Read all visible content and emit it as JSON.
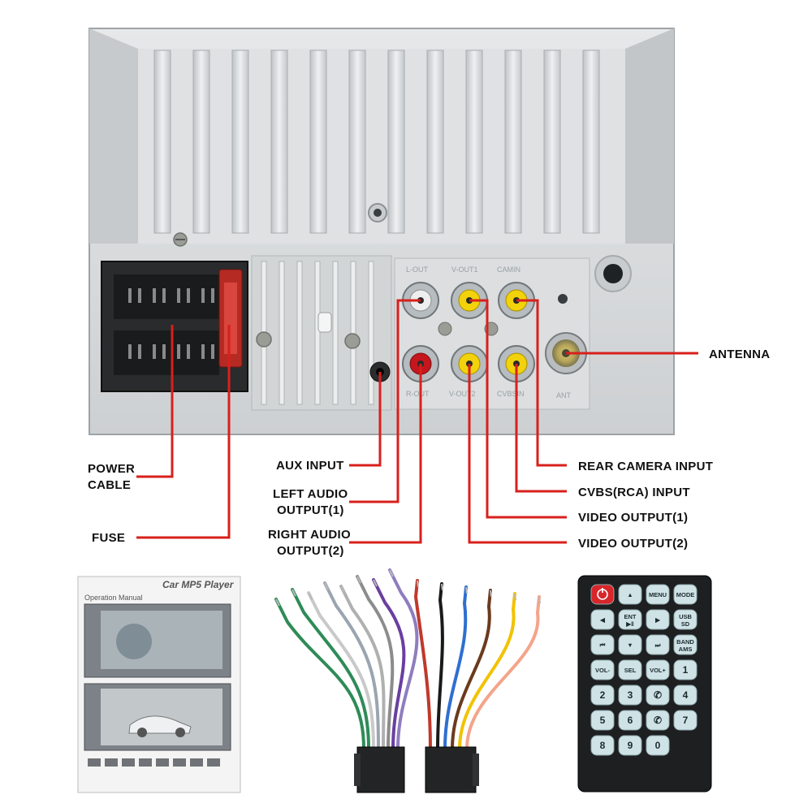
{
  "labels": {
    "power_cable": [
      "POWER",
      "CABLE"
    ],
    "fuse": "FUSE",
    "aux_input": "AUX INPUT",
    "left_audio": [
      "LEFT AUDIO",
      "OUTPUT(1)"
    ],
    "right_audio": [
      "RIGHT AUDIO",
      "OUTPUT(2)"
    ],
    "antenna": "ANTENNA",
    "rear_camera": "REAR  CAMERA INPUT",
    "cvbs": "CVBS(RCA) INPUT",
    "video_out_1": "VIDEO OUTPUT(1)",
    "video_out_2": "VIDEO OUTPUT(2)"
  },
  "ports": {
    "l_out": "L-OUT",
    "v_out1": "V-OUT1",
    "camin": "CAMIN",
    "r_out": "R-OUT",
    "v_out2": "V-OUT2",
    "cvbsin": "CVBSIN",
    "ant": "ANT"
  },
  "manual": {
    "title": "Car MP5 Player",
    "subtitle": "Operation Manual"
  },
  "remote": {
    "buttons": [
      {
        "id": "power",
        "label": ""
      },
      {
        "id": "up",
        "label": "▲"
      },
      {
        "id": "menu",
        "label": "MENU"
      },
      {
        "id": "mode",
        "label": "MODE"
      },
      {
        "id": "left",
        "label": "◀"
      },
      {
        "id": "ent",
        "label": "ENT ▶ǁ"
      },
      {
        "id": "right",
        "label": "▶"
      },
      {
        "id": "usb_sd",
        "label": "USB SD"
      },
      {
        "id": "prev",
        "label": "⏮"
      },
      {
        "id": "down",
        "label": "▼"
      },
      {
        "id": "next",
        "label": "⏭"
      },
      {
        "id": "band",
        "label": "BAND AMS"
      },
      {
        "id": "vol_minus",
        "label": "VOL-"
      },
      {
        "id": "sel",
        "label": "SEL"
      },
      {
        "id": "vol_plus",
        "label": "VOL+"
      },
      {
        "id": "n1",
        "label": "1"
      },
      {
        "id": "n2",
        "label": "2"
      },
      {
        "id": "n3",
        "label": "3"
      },
      {
        "id": "call",
        "label": "✆"
      },
      {
        "id": "n4",
        "label": "4"
      },
      {
        "id": "n5",
        "label": "5"
      },
      {
        "id": "n6",
        "label": "6"
      },
      {
        "id": "hangup",
        "label": "✆"
      },
      {
        "id": "n7",
        "label": "7"
      },
      {
        "id": "n8",
        "label": "8"
      },
      {
        "id": "n9",
        "label": "9"
      },
      {
        "id": "n0",
        "label": "0"
      }
    ]
  },
  "colors": {
    "callout_line": "#d8201c",
    "housing": "#d7d9da",
    "rca_red": "#c4161c",
    "rca_yellow": "#f2d20a",
    "rca_white": "#e8e8e8",
    "remote_body": "#1e1f21",
    "remote_button": "#cfe3e6",
    "power_button": "#d8262b"
  },
  "wires": {
    "left_harness": [
      "#2e8b57",
      "#2e8b57",
      "#c9c9c9",
      "#9aa5b0",
      "#b0b0b0",
      "#8c8c8c",
      "#6a3fa0",
      "#8e7dbf"
    ],
    "right_harness": [
      "#c0392b",
      "#1a1a1a",
      "#2f6fd1",
      "#6b3a1e",
      "#f2c200",
      "#f4a48a"
    ]
  }
}
